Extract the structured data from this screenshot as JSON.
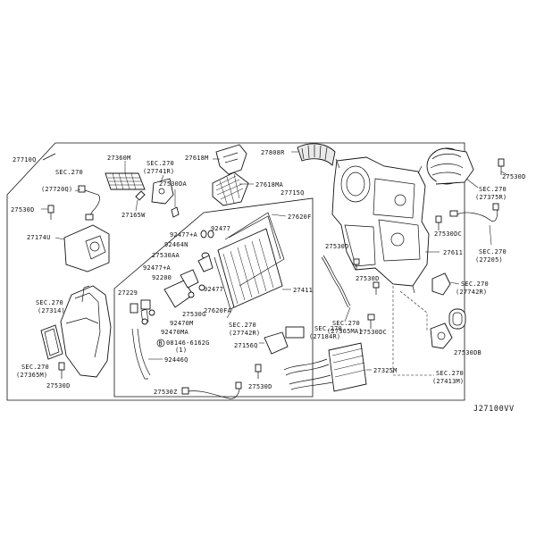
{
  "diagram": {
    "code": "J27100VV",
    "labels": {
      "p27710Q": "27710Q",
      "p27360M": "27360M",
      "p27618M": "27618M",
      "p27808R": "27808R",
      "p27618MA": "27618MA",
      "p27715Q": "27715Q",
      "p27620F": "27620F",
      "sec270a": "SEC.270",
      "p27720Q": "(27720Q)",
      "sec270b": "SEC.270",
      "p27741R": "(27741R)",
      "p27530DA": "27530DA",
      "p27165W": "27165W",
      "p27530D_a": "27530D",
      "p27174U": "27174U",
      "p92477_a": "92477",
      "p92477A_a": "92477+A",
      "p92464N": "92464N",
      "p27530AA": "27530AA",
      "p92477A_b": "92477+A",
      "p92200": "92200",
      "p92477_b": "92477",
      "p27229": "27229",
      "p27530G": "27530G",
      "p92470M": "92470M",
      "p92470MA": "92470MA",
      "p08146_6162G": "08146-6162G",
      "p08146_qty": "(1)",
      "p92446Q": "92446Q",
      "p27620FA": "27620FA",
      "p27411": "27411",
      "sec270c": "SEC.270",
      "p27314": "(27314)",
      "sec270d": "SEC.270",
      "p27365M": "(27365M)",
      "p27530D_b": "27530D",
      "p27530Z": "27530Z",
      "sec270e": "SEC.270",
      "p27742R_a": "(27742R)",
      "p27156Q": "27156Q",
      "sec270f": "SEC.270",
      "p27184R": "(27184R)",
      "p27530D_c": "27530D",
      "p27325M": "27325M",
      "p27530D_d": "27530D",
      "sec270g": "SEC.270",
      "p27365MA": "(27365MA)",
      "p27530DC_a": "27530DC",
      "p27611": "27611",
      "p27530D_e": "27530D",
      "sec270h": "SEC.270",
      "p27375R": "(27375R)",
      "p27530DC_b": "27530DC",
      "sec270i": "SEC.270",
      "p27205": "(27205)",
      "sec270j": "SEC.270",
      "p27742R_b": "(27742R)",
      "p27530DB": "27530DB",
      "sec270k": "SEC.270",
      "p27413M": "(27413M)",
      "p27530D_f": "27530D"
    }
  }
}
